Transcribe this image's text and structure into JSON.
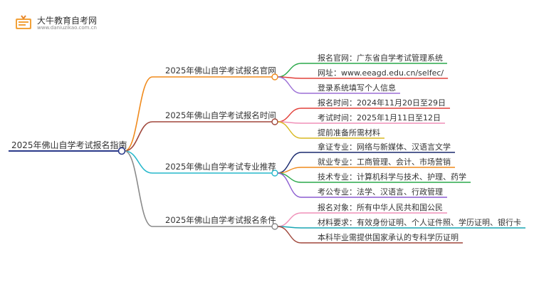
{
  "site": {
    "name": "大牛教育自考网",
    "domain": "www.daniuzikao.com.cn"
  },
  "diagram": {
    "root": "2025年佛山自学考试报名指南",
    "branches": [
      {
        "label": "2025年佛山自学考试报名官网",
        "color": "#f08a1c",
        "leaves": [
          {
            "text": "报名官网：广东省自学考试管理系统",
            "color": "#2aa84a"
          },
          {
            "text": "网址：www.eeagd.edu.cn/selfec/",
            "color": "#e2403a"
          },
          {
            "text": "登录系统填写个人信息",
            "color": "#9b6fd6"
          }
        ]
      },
      {
        "label": "2025年佛山自学考试报名时间",
        "color": "#a0473b",
        "leaves": [
          {
            "text": "报名时间：2024年11月20日至29日",
            "color": "#e2403a"
          },
          {
            "text": "考试时间：2025年1月11日至12日",
            "color": "#f090b8"
          },
          {
            "text": "提前准备所需材料",
            "color": "#d8b820"
          }
        ]
      },
      {
        "label": "2025年佛山自学考试专业推荐",
        "color": "#27b8cc",
        "leaves": [
          {
            "text": "拿证专业：网络与新媒体、汉语言文学",
            "color": "#1a2a6e"
          },
          {
            "text": "就业专业：工商管理、会计、市场营销",
            "color": "#f08a1c"
          },
          {
            "text": "技术专业：计算机科学与技术、护理、药学",
            "color": "#2aa84a"
          },
          {
            "text": "考公专业：法学、汉语言、行政管理",
            "color": "#8b5cd0"
          }
        ]
      },
      {
        "label": "2025年佛山自学考试报名条件",
        "color": "#8a8a8a",
        "leaves": [
          {
            "text": "报名对象：所有中华人民共和国公民",
            "color": "#f090b8"
          },
          {
            "text": "材料要求：有效身份证明、个人证件照、学历证明、银行卡",
            "color": "#1aa6b4"
          },
          {
            "text": "本科毕业需提供国家承认的专科学历证明",
            "color": "#a0473b"
          }
        ]
      }
    ]
  }
}
